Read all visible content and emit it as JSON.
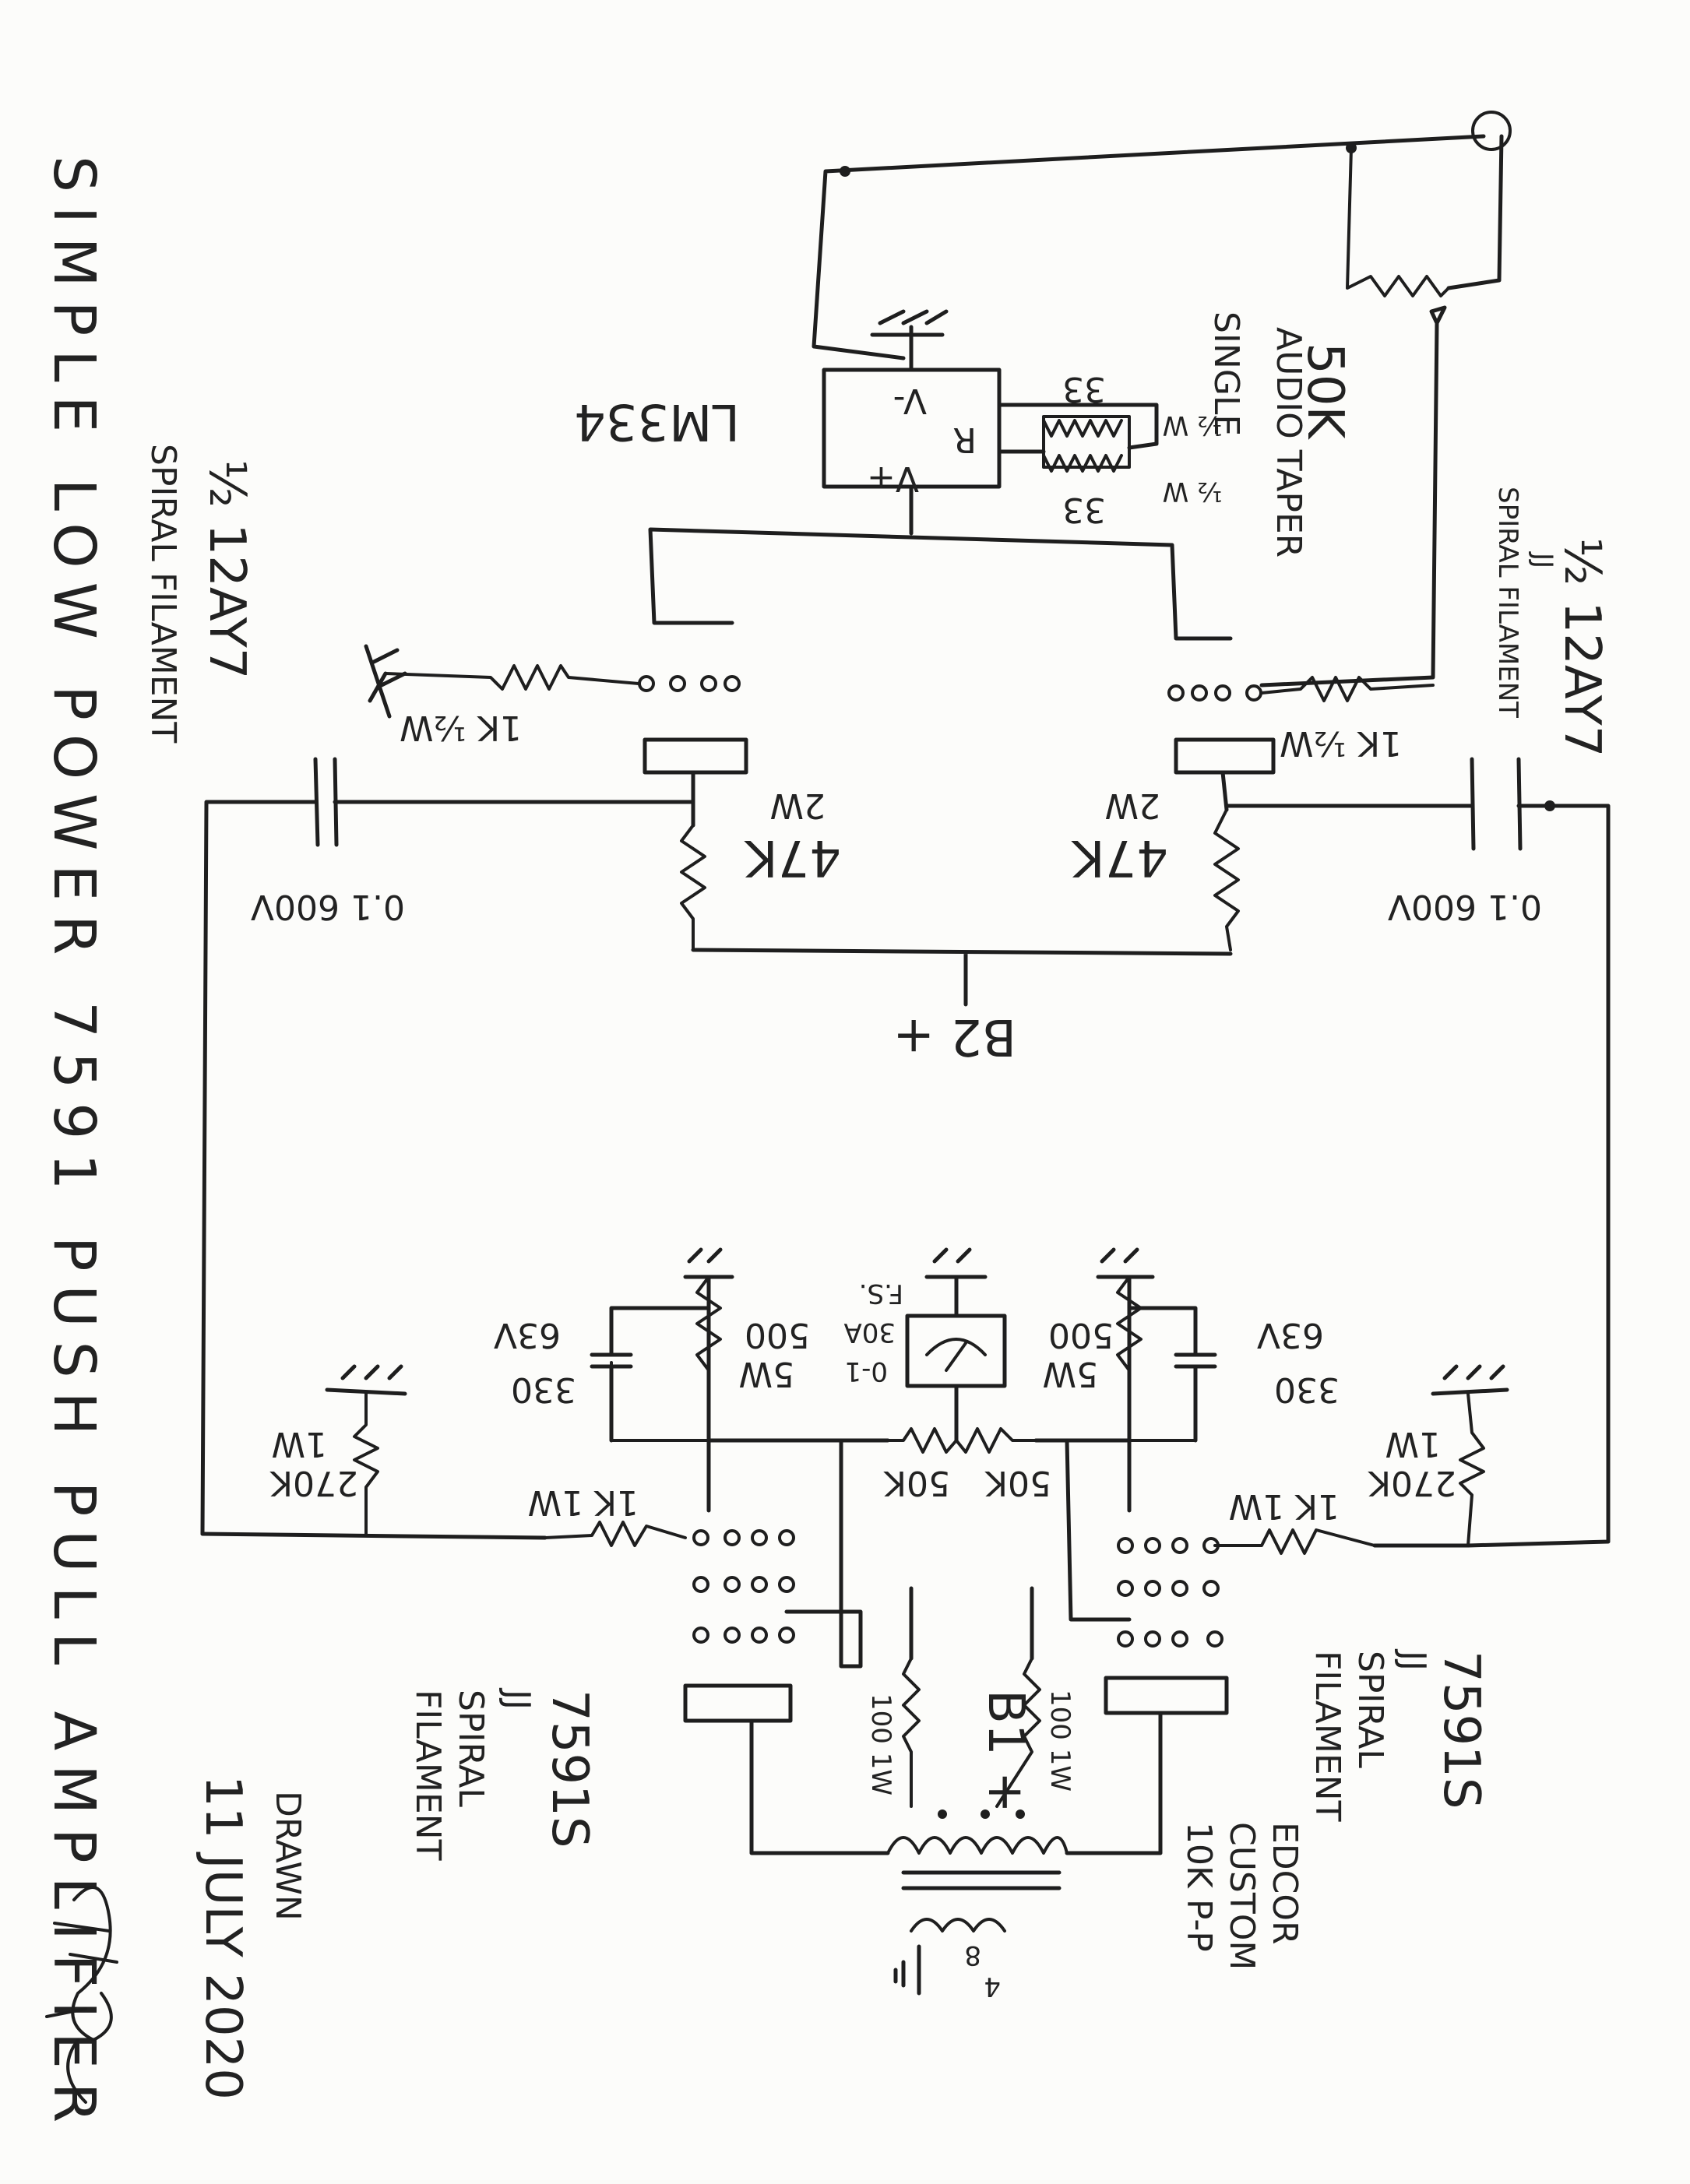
{
  "title": "SIMPLE LOW POWER 7591 PUSH PULL AMPLIFIER",
  "tube_left_small": {
    "name": "½ 12AY7",
    "note": "SPIRAL FILAMENT"
  },
  "tube_right_small": {
    "name": "½ 12AY7",
    "note1": "JJ",
    "note2": "SPIRAL FILAMENT"
  },
  "tube_left_power": {
    "name": "7591S",
    "note1": "JJ",
    "note2": "SPIRAL",
    "note3": "FILAMENT"
  },
  "tube_right_power": {
    "name": "7591S",
    "note1": "JJ",
    "note2": "SPIRAL",
    "note3": "FILAMENT"
  },
  "ic": {
    "name": "LM334",
    "pin_vminus": "V-",
    "pin_r": "R",
    "pin_vplus": "V+"
  },
  "ic_resistors": {
    "r1": "33",
    "r2": "33",
    "w1": "½ W",
    "w2": "½ W"
  },
  "pot": {
    "value": "50K",
    "desc1": "AUDIO TAPER",
    "desc2": "SINGLE"
  },
  "grid_resistors": {
    "left": "1K ½W",
    "right": "1K ½W"
  },
  "plate_resistors": {
    "left_value": "47K",
    "left_watt": "2W",
    "right_value": "47K",
    "right_watt": "2W"
  },
  "coupling_caps": {
    "left": "0.1 600V",
    "right": "0.1 600V"
  },
  "b2": "B2 +",
  "grid_leak": {
    "left_value": "270K",
    "left_watt": "1W",
    "right_value": "270K",
    "right_watt": "1W"
  },
  "grid_stoppers": {
    "left": "1K 1W",
    "right": "1K 1W"
  },
  "cathode_resistors": {
    "left_value": "500",
    "left_watt": "5W",
    "right_value": "500",
    "right_watt": "5W"
  },
  "cathode_caps": {
    "left_value": "330",
    "left_volt": "63V",
    "right_value": "330",
    "right_volt": "63V"
  },
  "meter": {
    "range": "0-1",
    "unit": "30A",
    "scale": "F.S."
  },
  "balance_resistors": {
    "left": "50K",
    "right": "50K"
  },
  "screen_resistors": {
    "left": "100 1W",
    "right": "100 1W"
  },
  "b1": "B1 +",
  "transformer": {
    "l1": "EDCOR",
    "l2": "CUSTOM",
    "l3": "10K P-P"
  },
  "speaker_taps": {
    "a": "8",
    "b": "4"
  },
  "drawn": {
    "label": "DRAWN",
    "date": "11 JULY 2020"
  },
  "signature": "Phil"
}
